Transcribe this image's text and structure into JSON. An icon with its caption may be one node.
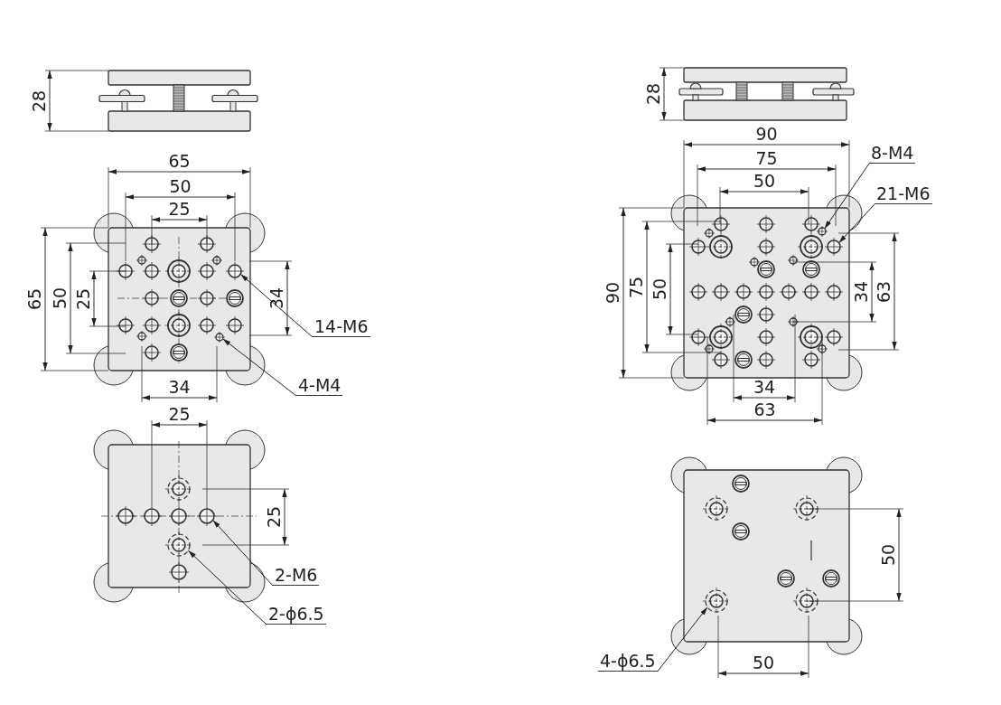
{
  "diagram": {
    "nodes": [
      {
        "text": [
          "14-M6"
        ]
      },
      {
        "text": [
          "4-M4"
        ]
      },
      {
        "text": [
          "2-M6"
        ]
      },
      {
        "text": [
          "2-ϕ6.5"
        ]
      },
      {
        "text": [
          "8-M4"
        ]
      },
      {
        "text": [
          "21-M6"
        ]
      },
      {
        "text": [
          "4-ϕ6.5"
        ]
      },
      {
        "text": [],
        "shape": "circle"
      },
      {
        "text": [],
        "shape": "circle"
      },
      {
        "text": [],
        "shape": "circle"
      },
      {
        "text": [],
        "shape": "circle"
      },
      {
        "text": [],
        "shape": "circle"
      },
      {
        "text": [],
        "shape": "circle"
      },
      {
        "text": [],
        "shape": "circle"
      }
    ],
    "edges": [
      {
        "from": 0,
        "to": 7,
        "arrow": "to"
      },
      {
        "from": 1,
        "to": 8,
        "arrow": "to"
      },
      {
        "from": 2,
        "to": 9,
        "arrow": "to"
      },
      {
        "from": 3,
        "to": 10,
        "arrow": "to"
      },
      {
        "from": 4,
        "to": 11,
        "arrow": "to"
      },
      {
        "from": 5,
        "to": 12,
        "arrow": "to"
      },
      {
        "from": 6,
        "to": 13,
        "arrow": "to"
      }
    ],
    "labels": [
      "28",
      "65",
      "50",
      "25",
      "65",
      "50",
      "25",
      "34",
      "34",
      "25",
      "25",
      "28",
      "90",
      "75",
      "50",
      "90",
      "75",
      "50",
      "34",
      "63",
      "34",
      "63",
      "50",
      "50"
    ]
  }
}
